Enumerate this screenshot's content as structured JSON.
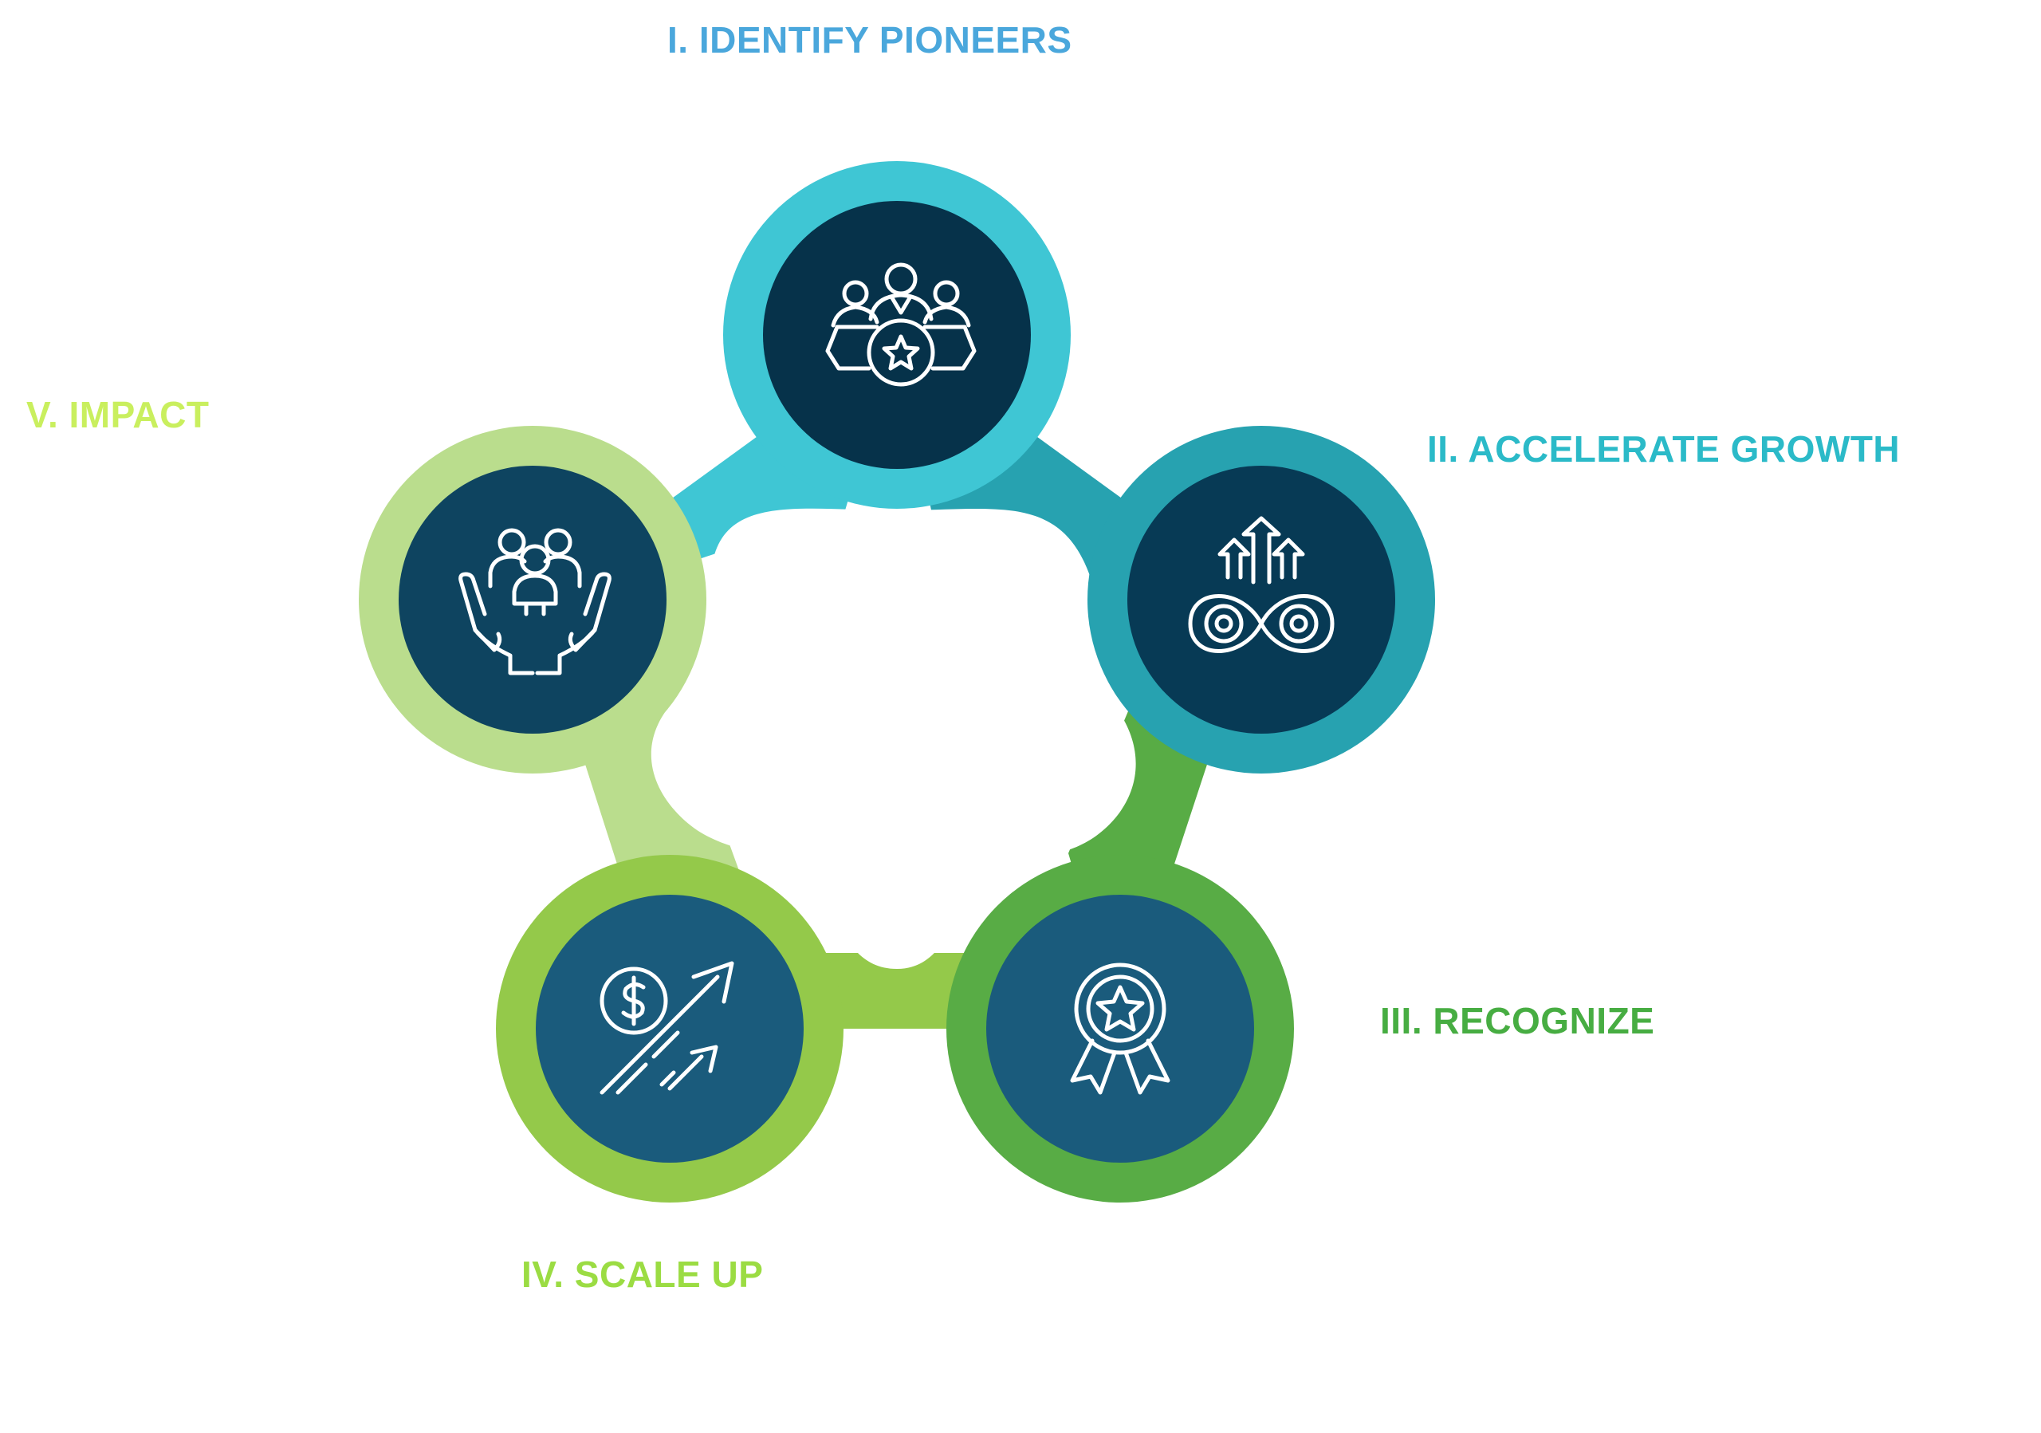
{
  "stages": [
    {
      "label": "I. IDENTIFY PIONEERS",
      "icon": "pioneers-team-star-icon",
      "color": "#3fc6d4",
      "inner": "#06324a"
    },
    {
      "label": "II. ACCELERATE GROWTH",
      "icon": "growth-gears-arrows-icon",
      "color": "#27a2b0",
      "inner": "#073a55"
    },
    {
      "label": "III. RECOGNIZE",
      "icon": "award-badge-icon",
      "color": "#58ac45",
      "inner": "#1a5b7c"
    },
    {
      "label": "IV. SCALE UP",
      "icon": "dollar-scale-arrows-icon",
      "color": "#94c94a",
      "inner": "#1a5b7c"
    },
    {
      "label": "V. IMPACT",
      "icon": "community-hands-icon",
      "color": "#badd8d",
      "inner": "#0e4460"
    }
  ]
}
